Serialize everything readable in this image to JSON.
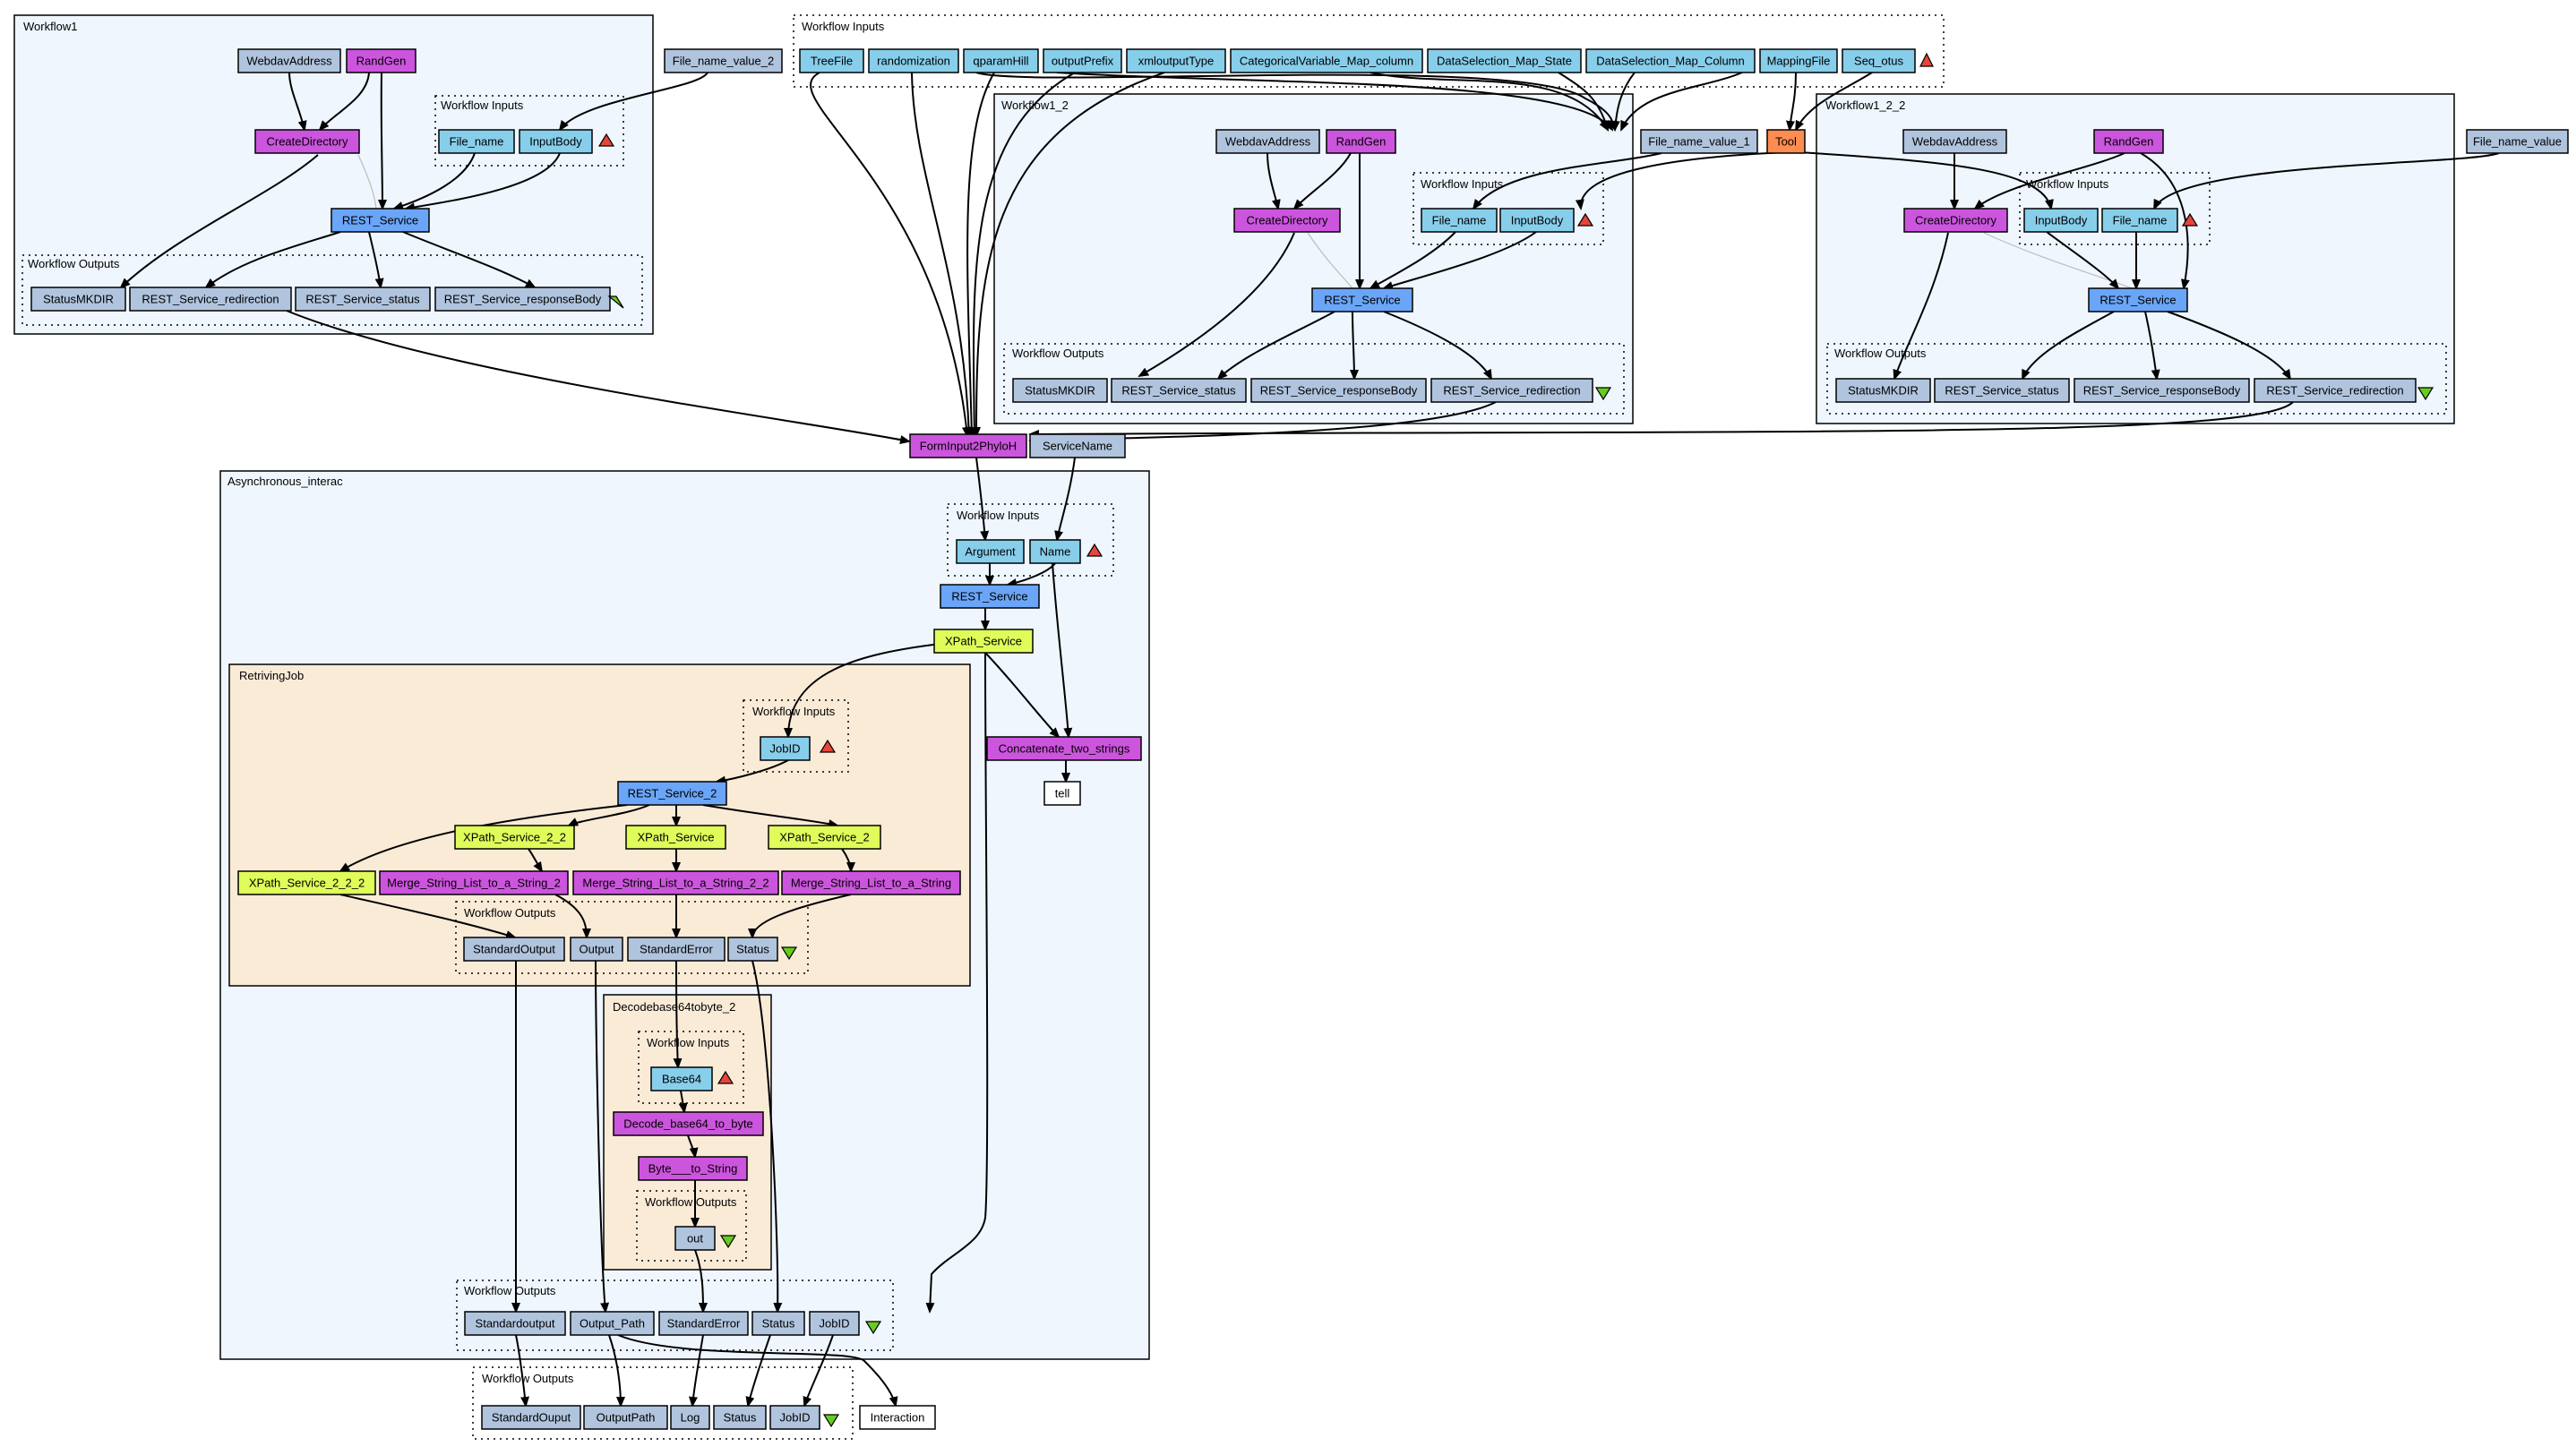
{
  "colors": {
    "cluster_blue": "#eff6fe",
    "cluster_orange": "#faebd7",
    "io_blue": "#87ceeb",
    "const_gray": "#b0c4de",
    "purple": "#cc55dd",
    "rest": "#6aa5f7",
    "xpath": "#dffc5a",
    "tool": "#ff8c50",
    "white": "#ffffff",
    "tri_red": "#e5453a",
    "tri_green": "#66cc22"
  },
  "clusters": {
    "wi_top": "Workflow Inputs",
    "w1": "Workflow1",
    "w1_in": "Workflow Inputs",
    "w1_out": "Workflow Outputs",
    "w12": "Workflow1_2",
    "w12_in": "Workflow Inputs",
    "w12_out": "Workflow Outputs",
    "w122": "Workflow1_2_2",
    "w122_in": "Workflow Inputs",
    "w122_out": "Workflow Outputs",
    "async": "Asynchronous_interac",
    "async_in": "Workflow Inputs",
    "async_out": "Workflow Outputs",
    "rj": "RetrivingJob",
    "rj_in": "Workflow Inputs",
    "rj_out": "Workflow Outputs",
    "dec": "Decodebase64tobyte_2",
    "dec_in": "Workflow Inputs",
    "dec_out": "Workflow Outputs",
    "final_out": "Workflow Outputs"
  },
  "nodes": {
    "wi_treefile": "TreeFile",
    "wi_randomization": "randomization",
    "wi_cparamhill": "qparamHill",
    "wi_outputprefix": "outputPrefix",
    "wi_xmloutputtype": "xmloutputType",
    "wi_catvar": "CategoricalVariable_Map_column",
    "wi_dsmapstate": "DataSelection_Map_State",
    "wi_dsmapcolumn": "DataSelection_Map_Column",
    "wi_mappingfile": "MappingFile",
    "wi_seqotus": "Seq_otus",
    "filename_value_2": "File_name_value_2",
    "filename_value_1": "File_name_value_1",
    "filename_value": "File_name_value",
    "tool": "Tool",
    "w1_webdav": "WebdavAddress",
    "w1_randgen": "RandGen",
    "w1_createdir": "CreateDirectory",
    "w1_filename": "File_name",
    "w1_inputbody": "InputBody",
    "w1_rest": "REST_Service",
    "w1_statusmkdir": "StatusMKDIR",
    "w1_redirection": "REST_Service_redirection",
    "w1_status": "REST_Service_status",
    "w1_responsebody": "REST_Service_responseBody",
    "w12_webdav": "WebdavAddress",
    "w12_randgen": "RandGen",
    "w12_createdir": "CreateDirectory",
    "w12_filename": "File_name",
    "w12_inputbody": "InputBody",
    "w12_rest": "REST_Service",
    "w12_statusmkdir": "StatusMKDIR",
    "w12_status": "REST_Service_status",
    "w12_responsebody": "REST_Service_responseBody",
    "w12_redirection": "REST_Service_redirection",
    "w122_webdav": "WebdavAddress",
    "w122_randgen": "RandGen",
    "w122_createdir": "CreateDirectory",
    "w122_inputbody": "InputBody",
    "w122_filename": "File_name",
    "w122_rest": "REST_Service",
    "w122_statusmkdir": "StatusMKDIR",
    "w122_status": "REST_Service_status",
    "w122_responsebody": "REST_Service_responseBody",
    "w122_redirection": "REST_Service_redirection",
    "forminput": "FormInput2PhyloH",
    "servicename": "ServiceName",
    "a_argument": "Argument",
    "a_name": "Name",
    "a_rest": "REST_Service",
    "a_xpath": "XPath_Service",
    "a_concat": "Concatenate_two_strings",
    "a_tell": "tell",
    "rj_jobid": "JobID",
    "rj_rest2": "REST_Service_2",
    "rj_xp22": "XPath_Service_2_2",
    "rj_xp": "XPath_Service",
    "rj_xp2": "XPath_Service_2",
    "rj_xp222": "XPath_Service_2_2_2",
    "rj_merge2": "Merge_String_List_to_a_String_2",
    "rj_merge22": "Merge_String_List_to_a_String_2_2",
    "rj_merge": "Merge_String_List_to_a_String",
    "rj_stdout": "StandardOutput",
    "rj_output": "Output",
    "rj_stderr": "StandardError",
    "rj_status": "Status",
    "dec_base64": "Base64",
    "dec_decode": "Decode_base64_to_byte",
    "dec_bytes": "Byte___to_String",
    "dec_out": "out",
    "ao_stdout": "Standardoutput",
    "ao_outpath": "Output_Path",
    "ao_stderr": "StandardError",
    "ao_status": "Status",
    "ao_jobid": "JobID",
    "fo_stdout": "StandardOuput",
    "fo_outpath": "OutputPath",
    "fo_log": "Log",
    "fo_status": "Status",
    "fo_jobid": "JobID",
    "interaction": "Interaction"
  }
}
